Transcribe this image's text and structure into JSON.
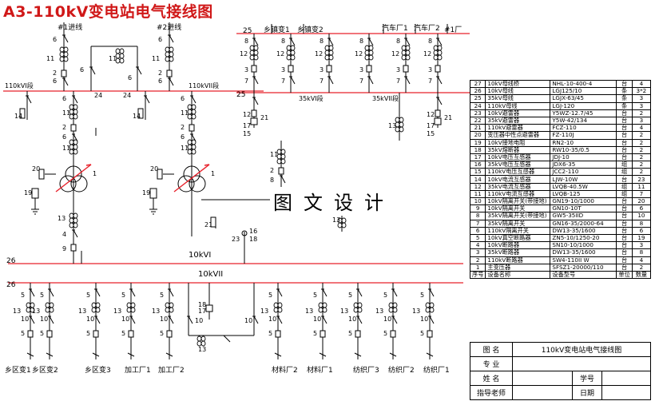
{
  "title": "A3-110kV变电站电气接线图",
  "watermark": "图文设计",
  "lines": {
    "line1": "#1进线",
    "line2": "#2进线"
  },
  "buses": {
    "hv1": "110kVI段",
    "hv2": "110kVII段",
    "b35_1": "35kVI段",
    "b35_2": "35kVII段",
    "b10_1": "10kVI",
    "b10_2": "10kVII"
  },
  "top_feeders": [
    "乡镇变1",
    "乡镇变2",
    "汽车厂1",
    "汽车厂2",
    "#1厂"
  ],
  "bottom_feeders": [
    "乡区变1",
    "乡区变2",
    "乡区变3",
    "加工厂1",
    "加工厂2",
    "材料厂2",
    "材料厂1",
    "纺织厂3",
    "纺织厂2",
    "纺织厂1"
  ],
  "bus_numbers": {
    "b1": "26",
    "b2": "26",
    "top": "25",
    "top2": "25"
  },
  "bom": [
    {
      "no": "27",
      "name": "10kV母线桥",
      "model": "NHL-10-400-4",
      "unit": "台",
      "qty": "4"
    },
    {
      "no": "26",
      "name": "10kV母线",
      "model": "LGJ125/10",
      "unit": "条",
      "qty": "3*2"
    },
    {
      "no": "25",
      "name": "35kV母线",
      "model": "LGJX-63/45",
      "unit": "条",
      "qty": "3"
    },
    {
      "no": "24",
      "name": "110kV母线",
      "model": "LGJ-120",
      "unit": "条",
      "qty": "3"
    },
    {
      "no": "23",
      "name": "10kV避雷器",
      "model": "Y5WZ-12.7/45",
      "unit": "台",
      "qty": "2"
    },
    {
      "no": "22",
      "name": "35kV避雷器",
      "model": "Y5W-42/134",
      "unit": "台",
      "qty": "3"
    },
    {
      "no": "21",
      "name": "110kV避雷器",
      "model": "FCZ-110",
      "unit": "台",
      "qty": "4"
    },
    {
      "no": "20",
      "name": "变压器中性点避雷器",
      "model": "FZ-110J",
      "unit": "台",
      "qty": "2"
    },
    {
      "no": "19",
      "name": "10kV接地电阻",
      "model": "RN2-10",
      "unit": "台",
      "qty": "2"
    },
    {
      "no": "18",
      "name": "35kV熔断器",
      "model": "RW10-35/0.5",
      "unit": "台",
      "qty": "2"
    },
    {
      "no": "17",
      "name": "10kV电压互感器",
      "model": "JDJ-10",
      "unit": "台",
      "qty": "2"
    },
    {
      "no": "16",
      "name": "35kV电压互感器",
      "model": "JDX6-35",
      "unit": "组",
      "qty": "2"
    },
    {
      "no": "15",
      "name": "110kV电压互感器",
      "model": "JCC2-110",
      "unit": "组",
      "qty": "2"
    },
    {
      "no": "14",
      "name": "10kV电流互感器",
      "model": "LJW-10W",
      "unit": "台",
      "qty": "23"
    },
    {
      "no": "12",
      "name": "35kV电流互感器",
      "model": "LVQB-40.5W",
      "unit": "组",
      "qty": "11"
    },
    {
      "no": "11",
      "name": "110kV电流互感器",
      "model": "LVQB-125",
      "unit": "组",
      "qty": "7"
    },
    {
      "no": "10",
      "name": "10kV隔离开关(带接地)",
      "model": "GN19-10/1000",
      "unit": "台",
      "qty": "20"
    },
    {
      "no": "9",
      "name": "10kV隔离开关",
      "model": "GN10-10T",
      "unit": "台",
      "qty": "6"
    },
    {
      "no": "8",
      "name": "35kV隔离开关(带接地)",
      "model": "GW5-35IID",
      "unit": "台",
      "qty": "10"
    },
    {
      "no": "7",
      "name": "35kV隔离开关",
      "model": "GN16-35/2000-64",
      "unit": "台",
      "qty": "8"
    },
    {
      "no": "6",
      "name": "110kV隔离开关",
      "model": "DW13-35/1600",
      "unit": "台",
      "qty": "6"
    },
    {
      "no": "5",
      "name": "10kV真空断路器",
      "model": "ZN5-10/1250-20",
      "unit": "台",
      "qty": "19"
    },
    {
      "no": "4",
      "name": "10kV断路器",
      "model": "SN10-10/1000",
      "unit": "台",
      "qty": "3"
    },
    {
      "no": "3",
      "name": "35kV断路器",
      "model": "DW13-35/1600",
      "unit": "台",
      "qty": "8"
    },
    {
      "no": "2",
      "name": "110kV断路器",
      "model": "SW4-110II W",
      "unit": "台",
      "qty": "4"
    },
    {
      "no": "1",
      "name": "主变压器",
      "model": "SFSZ1-20000/110",
      "unit": "台",
      "qty": "2"
    }
  ],
  "bom_header": {
    "no": "序号",
    "name": "设备名称",
    "model": "设备型号",
    "unit": "单位",
    "qty": "数量"
  },
  "title_block": {
    "drawing_name_label": "图 名",
    "drawing_name": "110kV变电站电气接线图",
    "major_label": "专 业",
    "name_label": "姓 名",
    "student_id_label": "学号",
    "advisor_label": "指导老师",
    "date_label": "日期"
  },
  "colors": {
    "bus": "#e8202a",
    "title": "#d01818",
    "line": "#000000",
    "transformer": "#e8202a"
  }
}
